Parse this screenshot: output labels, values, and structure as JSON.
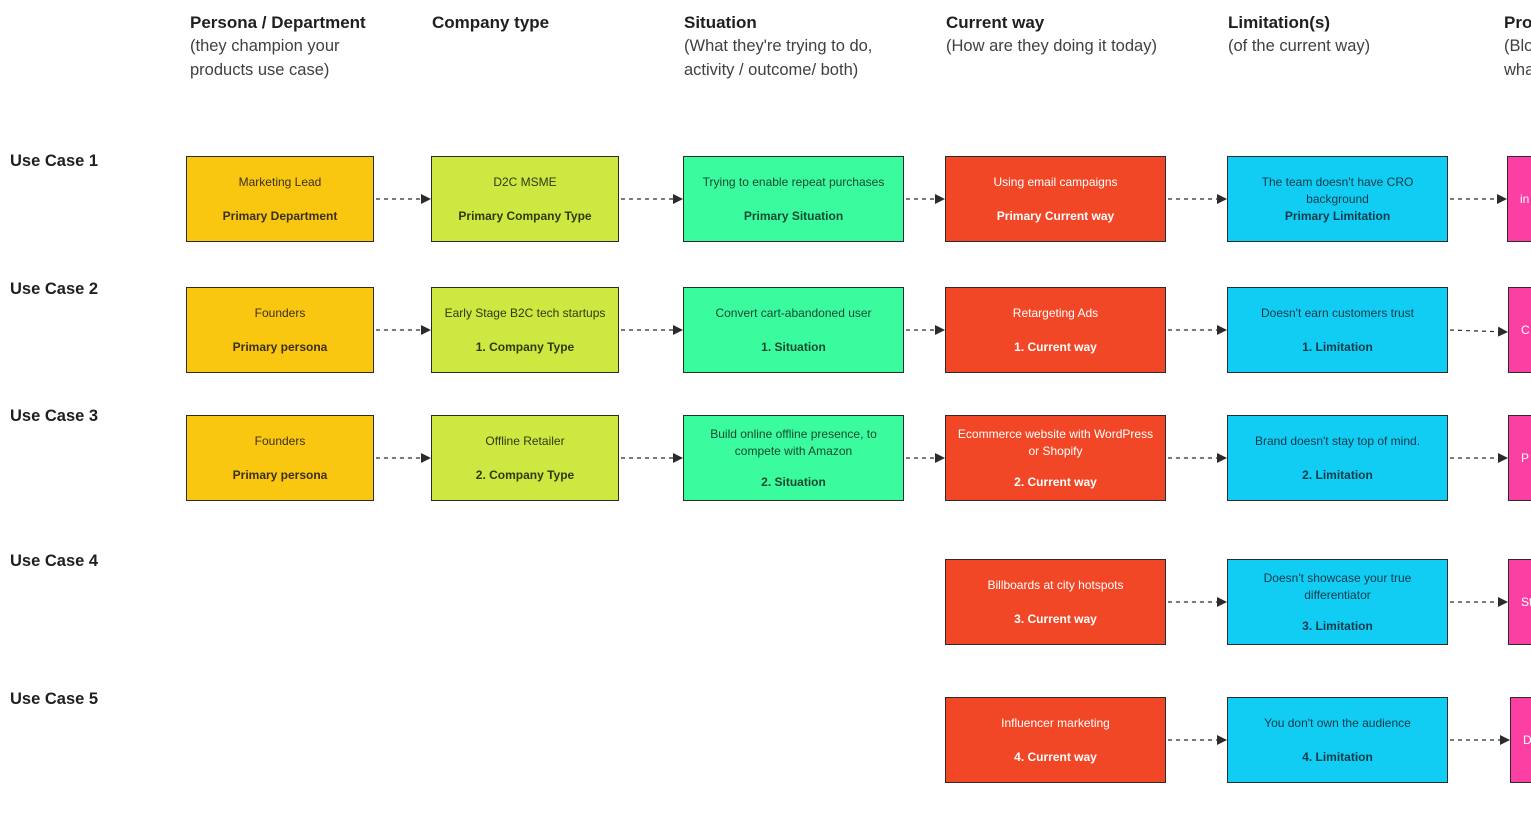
{
  "headers": {
    "persona": {
      "title": "Persona / Department",
      "sub": [
        "(they champion your",
        "products use case)"
      ]
    },
    "company": {
      "title": "Company type",
      "sub": []
    },
    "situation": {
      "title": "Situation",
      "sub": [
        "(What they're trying to do,",
        "activity / outcome/ both)"
      ]
    },
    "current": {
      "title": "Current way",
      "sub": [
        "(How are they doing it today)"
      ]
    },
    "limitation": {
      "title": "Limitation(s)",
      "sub": [
        "(of the current way)"
      ]
    },
    "product": {
      "title": "Pro",
      "sub": [
        "(Blo",
        "wha"
      ]
    }
  },
  "rows": [
    {
      "label": "Use Case 1",
      "persona": {
        "text": "Marketing Lead",
        "tag": "Primary Department"
      },
      "company": {
        "text": "D2C MSME",
        "tag": "Primary Company Type"
      },
      "situation": {
        "text": "Trying to enable repeat purchases",
        "tag": "Primary Situation"
      },
      "current": {
        "text": "Using email campaigns",
        "tag": "Primary Current way"
      },
      "limitation": {
        "text": "The team doesn't have CRO background",
        "tag": "Primary Limitation"
      },
      "product": {
        "text": "in"
      }
    },
    {
      "label": "Use Case 2",
      "persona": {
        "text": "Founders",
        "tag": "Primary persona"
      },
      "company": {
        "text": "Early Stage B2C tech startups",
        "tag": "1. Company Type"
      },
      "situation": {
        "text": "Convert cart-abandoned user",
        "tag": "1. Situation"
      },
      "current": {
        "text": "Retargeting Ads",
        "tag": "1. Current way"
      },
      "limitation": {
        "text": "Doesn't earn customers trust",
        "tag": "1. Limitation"
      },
      "product": {
        "text": "C"
      }
    },
    {
      "label": "Use Case 3",
      "persona": {
        "text": "Founders",
        "tag": "Primary persona"
      },
      "company": {
        "text": "Offline Retailer",
        "tag": "2. Company Type"
      },
      "situation": {
        "text": "Build online offline presence, to compete with Amazon",
        "tag": "2. Situation"
      },
      "current": {
        "text": "Ecommerce website with WordPress or Shopify",
        "tag": "2. Current way"
      },
      "limitation": {
        "text": "Brand doesn't stay top of mind.",
        "tag": "2. Limitation"
      },
      "product": {
        "text": "P"
      }
    },
    {
      "label": "Use Case 4",
      "current": {
        "text": "Billboards at city hotspots",
        "tag": "3. Current way"
      },
      "limitation": {
        "text": "Doesn't showcase your true differentiator",
        "tag": "3. Limitation"
      },
      "product": {
        "text": "St"
      }
    },
    {
      "label": "Use Case 5",
      "current": {
        "text": "Influencer marketing",
        "tag": "4. Current way"
      },
      "limitation": {
        "text": "You don't own the audience",
        "tag": "4. Limitation"
      },
      "product": {
        "text": "D"
      }
    }
  ],
  "colors": {
    "persona": "#fac710",
    "company": "#cee741",
    "situation": "#3afb9e",
    "current": "#f24726",
    "limitation": "#12cdf3",
    "product": "#fb3fa3",
    "arrow": "#2b2b2b"
  }
}
